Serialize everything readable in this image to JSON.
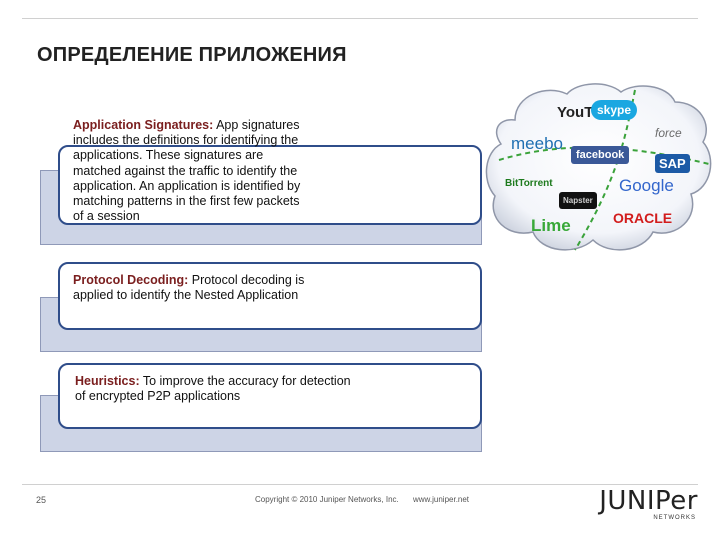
{
  "title": "ОПРЕДЕЛЕНИЕ ПРИЛОЖЕНИЯ",
  "cards": [
    {
      "heading": "Application Signatures:",
      "text": " App signatures includes the definitions for identifying the applications. These signatures are matched against the traffic to identify the application. An application is identified by matching patterns in the first few packets of a session"
    },
    {
      "heading": "Protocol Decoding:",
      "text": "  Protocol decoding is applied to identify the Nested Application"
    },
    {
      "heading": "Heuristics:",
      "text": " To improve the accuracy for detection of encrypted P2P applications"
    }
  ],
  "cloud_logos": {
    "youtube": "YouTube",
    "skype": "skype",
    "meebo": "meebo",
    "force": "force",
    "facebook": "facebook",
    "sap": "SAP",
    "bittorrent": "BitTorrent",
    "napster": "Napster",
    "google": "Google",
    "lime": "Lime",
    "oracle": "ORACLE"
  },
  "footer": {
    "page_number": "25",
    "copyright": "Copyright © 2010 Juniper Networks, Inc.",
    "url": "www.juniper.net",
    "logo_text": "JUNIPer",
    "logo_subtext": "NETWORKS"
  },
  "colors": {
    "band": "#cdd4e6",
    "card_border": "#2f4d8a",
    "heading": "#7a1e1e"
  }
}
